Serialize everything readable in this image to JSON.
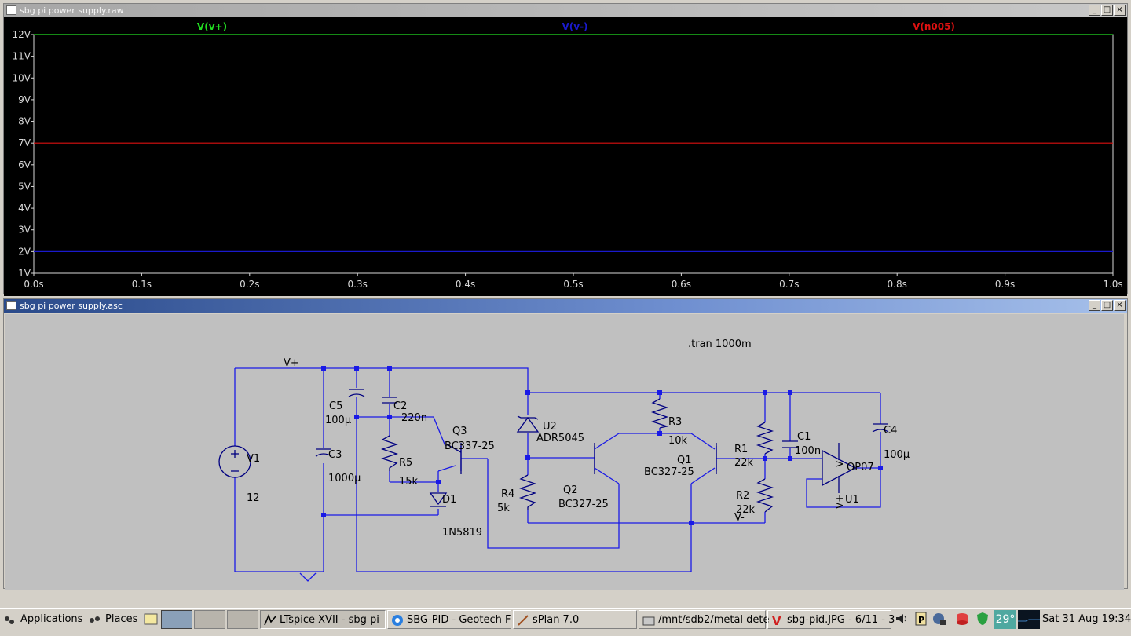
{
  "plot_window": {
    "title": "sbg pi power supply.raw",
    "traces": [
      {
        "name": "V(v+)",
        "color": "#22dd22",
        "value": 12
      },
      {
        "name": "V(v-)",
        "color": "#1a1acc",
        "value": 2
      },
      {
        "name": "V(n005)",
        "color": "#dd1111",
        "value": 7
      }
    ],
    "y_ticks": [
      "1V",
      "2V",
      "3V",
      "4V",
      "5V",
      "6V",
      "7V",
      "8V",
      "9V",
      "10V",
      "11V",
      "12V"
    ],
    "x_ticks": [
      "0.0s",
      "0.1s",
      "0.2s",
      "0.3s",
      "0.4s",
      "0.5s",
      "0.6s",
      "0.7s",
      "0.8s",
      "0.9s",
      "1.0s"
    ]
  },
  "chart_data": {
    "type": "line",
    "title": "",
    "xlabel": "",
    "ylabel": "",
    "xlim": [
      0,
      1.0
    ],
    "ylim": [
      1,
      12
    ],
    "x": [
      0,
      1.0
    ],
    "series": [
      {
        "name": "V(v+)",
        "values": [
          12,
          12
        ]
      },
      {
        "name": "V(v-)",
        "values": [
          2,
          2
        ]
      },
      {
        "name": "V(n005)",
        "values": [
          7,
          7
        ]
      }
    ],
    "grid": false,
    "legend": "top"
  },
  "schematic_window": {
    "title": "sbg pi power supply.asc",
    "directive": ".tran 1000m",
    "nets": {
      "vplus": "V+",
      "vminus": "V-"
    },
    "components": {
      "V1": {
        "ref": "V1",
        "value": "12"
      },
      "C3": {
        "ref": "C3",
        "value": "1000µ"
      },
      "C5": {
        "ref": "C5",
        "value": "100µ"
      },
      "C2": {
        "ref": "C2",
        "value": "220n"
      },
      "R5": {
        "ref": "R5",
        "value": "15k"
      },
      "Q3": {
        "ref": "Q3",
        "value": "BC337-25"
      },
      "D1": {
        "ref": "D1",
        "value": "1N5819"
      },
      "U2": {
        "ref": "U2",
        "value": "ADR5045"
      },
      "R4": {
        "ref": "R4",
        "value": "5k"
      },
      "Q2": {
        "ref": "Q2",
        "value": "BC327-25"
      },
      "R3": {
        "ref": "R3",
        "value": "10k"
      },
      "Q1": {
        "ref": "Q1",
        "value": "BC327-25"
      },
      "R1": {
        "ref": "R1",
        "value": "22k"
      },
      "R2": {
        "ref": "R2",
        "value": "22k"
      },
      "C1": {
        "ref": "C1",
        "value": "100n"
      },
      "U1": {
        "ref": "U1",
        "value": "OP07"
      },
      "C4": {
        "ref": "C4",
        "value": "100µ"
      }
    },
    "opamp_pins": {
      "vminus": "V-",
      "vplus": "V+"
    }
  },
  "taskbar": {
    "applications": "Applications",
    "places": "Places",
    "tasks": [
      {
        "label": "LTspice XVII - sbg pi"
      },
      {
        "label": "SBG-PID - Geotech F"
      },
      {
        "label": "sPlan 7.0"
      },
      {
        "label": "/mnt/sdb2/metal dete"
      },
      {
        "label": "sbg-pid.JPG - 6/11 - 3"
      }
    ],
    "temperature": "29°",
    "clock": "Sat 31 Aug 19:34"
  }
}
